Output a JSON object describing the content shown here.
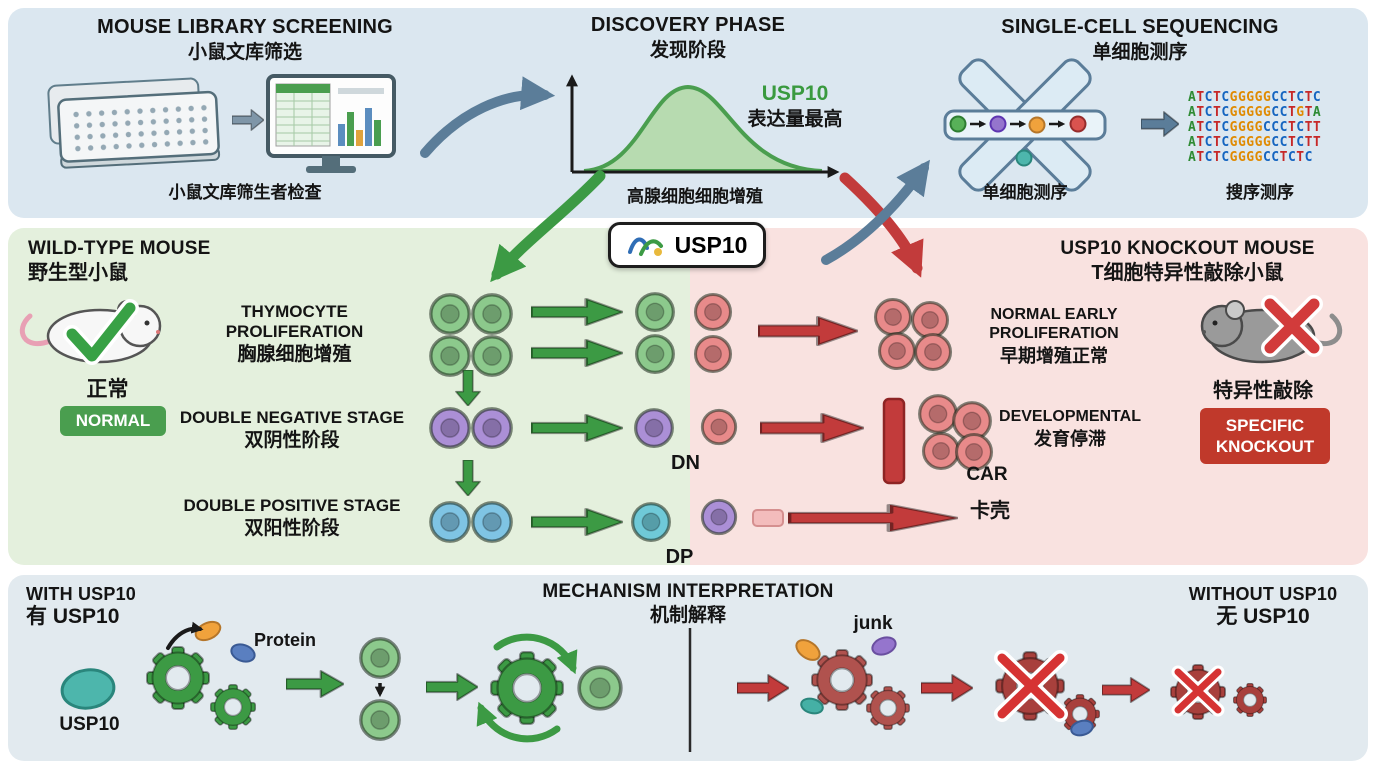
{
  "top": {
    "library": {
      "title_en": "MOUSE LIBRARY SCREENING",
      "title_zh": "小鼠文库筛选",
      "caption": "小鼠文库筛生者检查"
    },
    "discovery": {
      "title_en": "DISCOVERY PHASE",
      "title_zh": "发现阶段",
      "gene": "USP10",
      "gene_note": "表达量最高",
      "axis_label": "高腺细胞细胞增殖"
    },
    "sequencing": {
      "title_en": "SINGLE-CELL SEQUENCING",
      "title_zh": "单细胞测序",
      "caption_chip": "单细胞测序",
      "caption_reads": "搜序测序",
      "reads": [
        "ATCTCGGGGGCCTCTC",
        "ATCTCGGGGGCCTGTA",
        "ATCTCGGGGCCCTCTT",
        "ATCTCGGGGGCCTCTT",
        "ATCTCGGGGCCTCTC"
      ]
    }
  },
  "usp10_badge": "USP10",
  "middle": {
    "wildtype": {
      "title_en": "WILD-TYPE MOUSE",
      "title_zh": "野生型小鼠",
      "status": "正常",
      "badge": "NORMAL"
    },
    "stages": [
      {
        "en": "THYMOCYTE PROLIFERATION",
        "zh": "胸腺细胞增殖"
      },
      {
        "en": "DOUBLE NEGATIVE STAGE",
        "zh": "双阴性阶段"
      },
      {
        "en": "DOUBLE POSITIVE STAGE",
        "zh": "双阳性阶段"
      }
    ],
    "dn": "DN",
    "dp": "DP",
    "knockout": {
      "title_en": "USP10 KNOCKOUT MOUSE",
      "title_zh": "T细胞特异性敲除小鼠",
      "status": "特异性敲除",
      "badge_1": "SPECIFIC",
      "badge_2": "KNOCKOUT",
      "early_en": "NORMAL EARLY PROLIFERATION",
      "early_zh": "早期增殖正常",
      "dev_en": "DEVELOPMENTAL",
      "dev_zh": "发育停滞",
      "car": "CAR",
      "stuck": "卡壳"
    }
  },
  "bottom": {
    "title_en": "MECHANISM INTERPRETATION",
    "title_zh": "机制解释",
    "with_en": "WITH USP10",
    "with_zh": "有 USP10",
    "usp10": "USP10",
    "protein": "Protein",
    "junk": "junk",
    "without_en": "WITHOUT USP10",
    "without_zh": "无 USP10"
  },
  "colors": {
    "green": "#3c9a44",
    "red": "#c23b3b",
    "bluegray": "#5b7d99",
    "badge_green": "#4a9e4f",
    "badge_red": "#c0392b"
  }
}
